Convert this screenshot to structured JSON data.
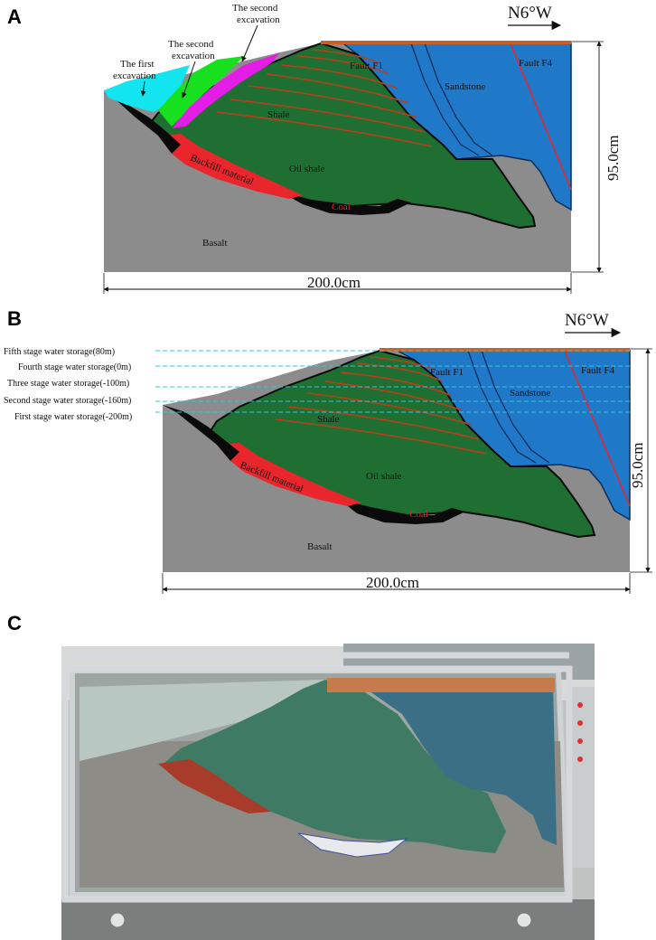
{
  "panels": {
    "a": {
      "letter": "A",
      "north": "N6°W",
      "width_label": "200.0cm",
      "height_label": "95.0cm",
      "layers": {
        "basalt": "Basalt",
        "coal": "Coal",
        "oil_shale": "Oil shale",
        "shale": "Shale",
        "backfill": "Backfill material",
        "sandstone": "Sandstone",
        "fault_f1": "Fault F1",
        "fault_f4": "Fault F4"
      },
      "excavations": [
        "The first excavation",
        "The second excavation",
        "The second excavation"
      ]
    },
    "b": {
      "letter": "B",
      "north": "N6°W",
      "width_label": "200.0cm",
      "height_label": "95.0cm",
      "layers": {
        "basalt": "Basalt",
        "coal": "Coal",
        "oil_shale": "Oil shale",
        "shale": "Shale",
        "backfill": "Backfill material",
        "sandstone": "Sandstone",
        "fault_f1": "Fault F1",
        "fault_f4": "Fault F4"
      },
      "water_levels": [
        "Fifth stage water storage(80m)",
        "Fourth stage water storage(0m)",
        "Three stage water storage(-100m)",
        "Second stage water storage(-160m)",
        "First stage water storage(-200m)"
      ]
    },
    "c": {
      "letter": "C"
    }
  },
  "colors": {
    "basalt": "#8c8c8c",
    "oil_shale": "#1f6f33",
    "sandstone": "#1f78c8",
    "backfill": "#e8262b",
    "coal": "#0a0a0a",
    "seam": "#b8401c",
    "water_line": "#35c6d6",
    "excavation_1": "#13e5f0",
    "excavation_2": "#17e01e",
    "excavation_3": "#e51ce5"
  }
}
